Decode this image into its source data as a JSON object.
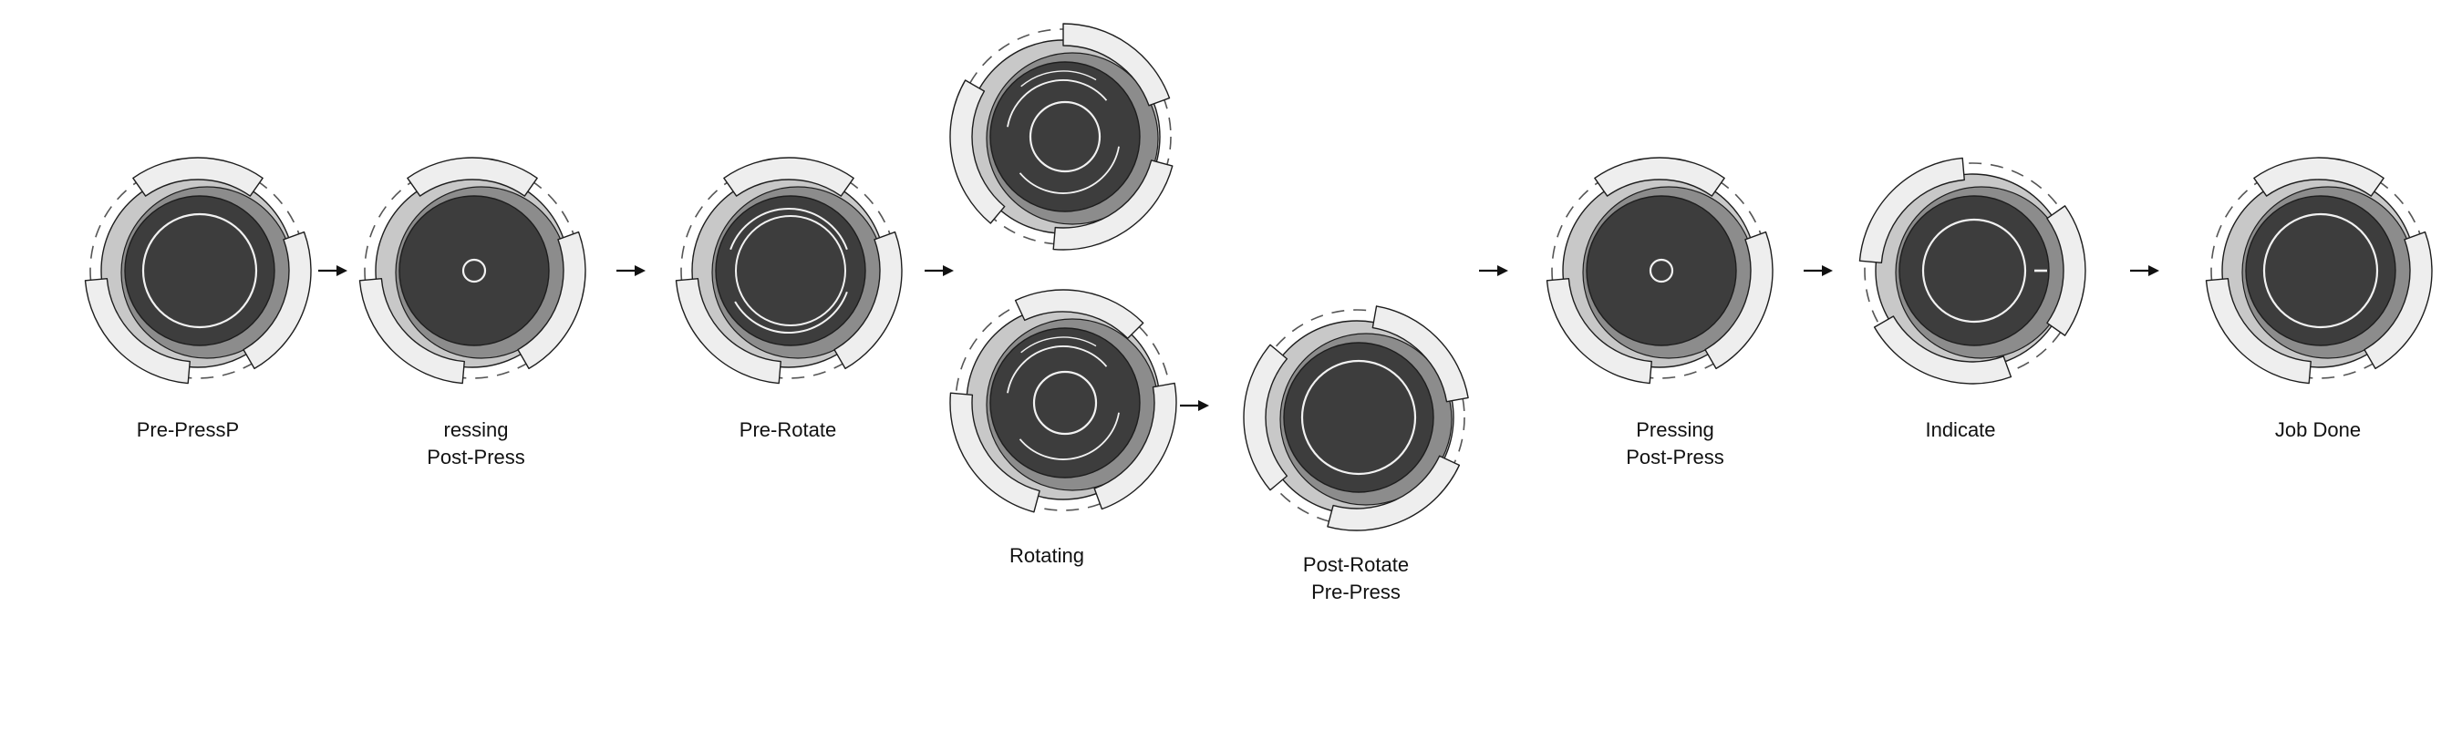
{
  "colors": {
    "core": "#3d3d3d",
    "ring_mid": "#8c8c8c",
    "ring_light": "#c8c8c8",
    "flap_fill": "#eeeeee",
    "outline": "#1e1e1e",
    "highlight": "#f2f2f2",
    "arrow": "#111111",
    "dashed": "#555555"
  },
  "stages": [
    {
      "id": "pre-press",
      "lines": [
        "Pre-PressP"
      ],
      "indicator": "large-ring",
      "flap_rotation": 0
    },
    {
      "id": "pressing-post-press",
      "lines": [
        "ressing",
        "Post-Press"
      ],
      "indicator": "small-dot",
      "flap_rotation": 0
    },
    {
      "id": "pre-rotate",
      "lines": [
        "Pre-Rotate"
      ],
      "indicator": "double-ring",
      "flap_rotation": 0
    },
    {
      "id": "rotating-top",
      "lines": [],
      "indicator": "spiral",
      "flap_rotation": 35
    },
    {
      "id": "rotating",
      "lines": [
        "Rotating"
      ],
      "indicator": "spiral-small",
      "flap_rotation": 10
    },
    {
      "id": "post-rotate-pre-press",
      "lines": [
        "Post-Rotate",
        "Pre-Press"
      ],
      "indicator": "large-ring",
      "flap_rotation": 45
    },
    {
      "id": "pressing-post-press-2",
      "lines": [
        "Pressing",
        "Post-Press"
      ],
      "indicator": "small-dot",
      "flap_rotation": 0
    },
    {
      "id": "indicate",
      "lines": [
        "Indicate"
      ],
      "indicator": "ring-tick",
      "flap_rotation": 90
    },
    {
      "id": "job-done",
      "lines": [
        "Job Done"
      ],
      "indicator": "large-ring",
      "flap_rotation": 0
    }
  ],
  "arrows": [
    {
      "from": "pre-press",
      "to": "pressing-post-press"
    },
    {
      "from": "pressing-post-press",
      "to": "pre-rotate"
    },
    {
      "from": "pre-rotate",
      "to": "rotating"
    },
    {
      "from": "rotating",
      "to": "post-rotate-pre-press"
    },
    {
      "from": "post-rotate-pre-press",
      "to": "pressing-post-press-2"
    },
    {
      "from": "pressing-post-press-2",
      "to": "indicate"
    },
    {
      "from": "indicate",
      "to": "job-done"
    }
  ]
}
